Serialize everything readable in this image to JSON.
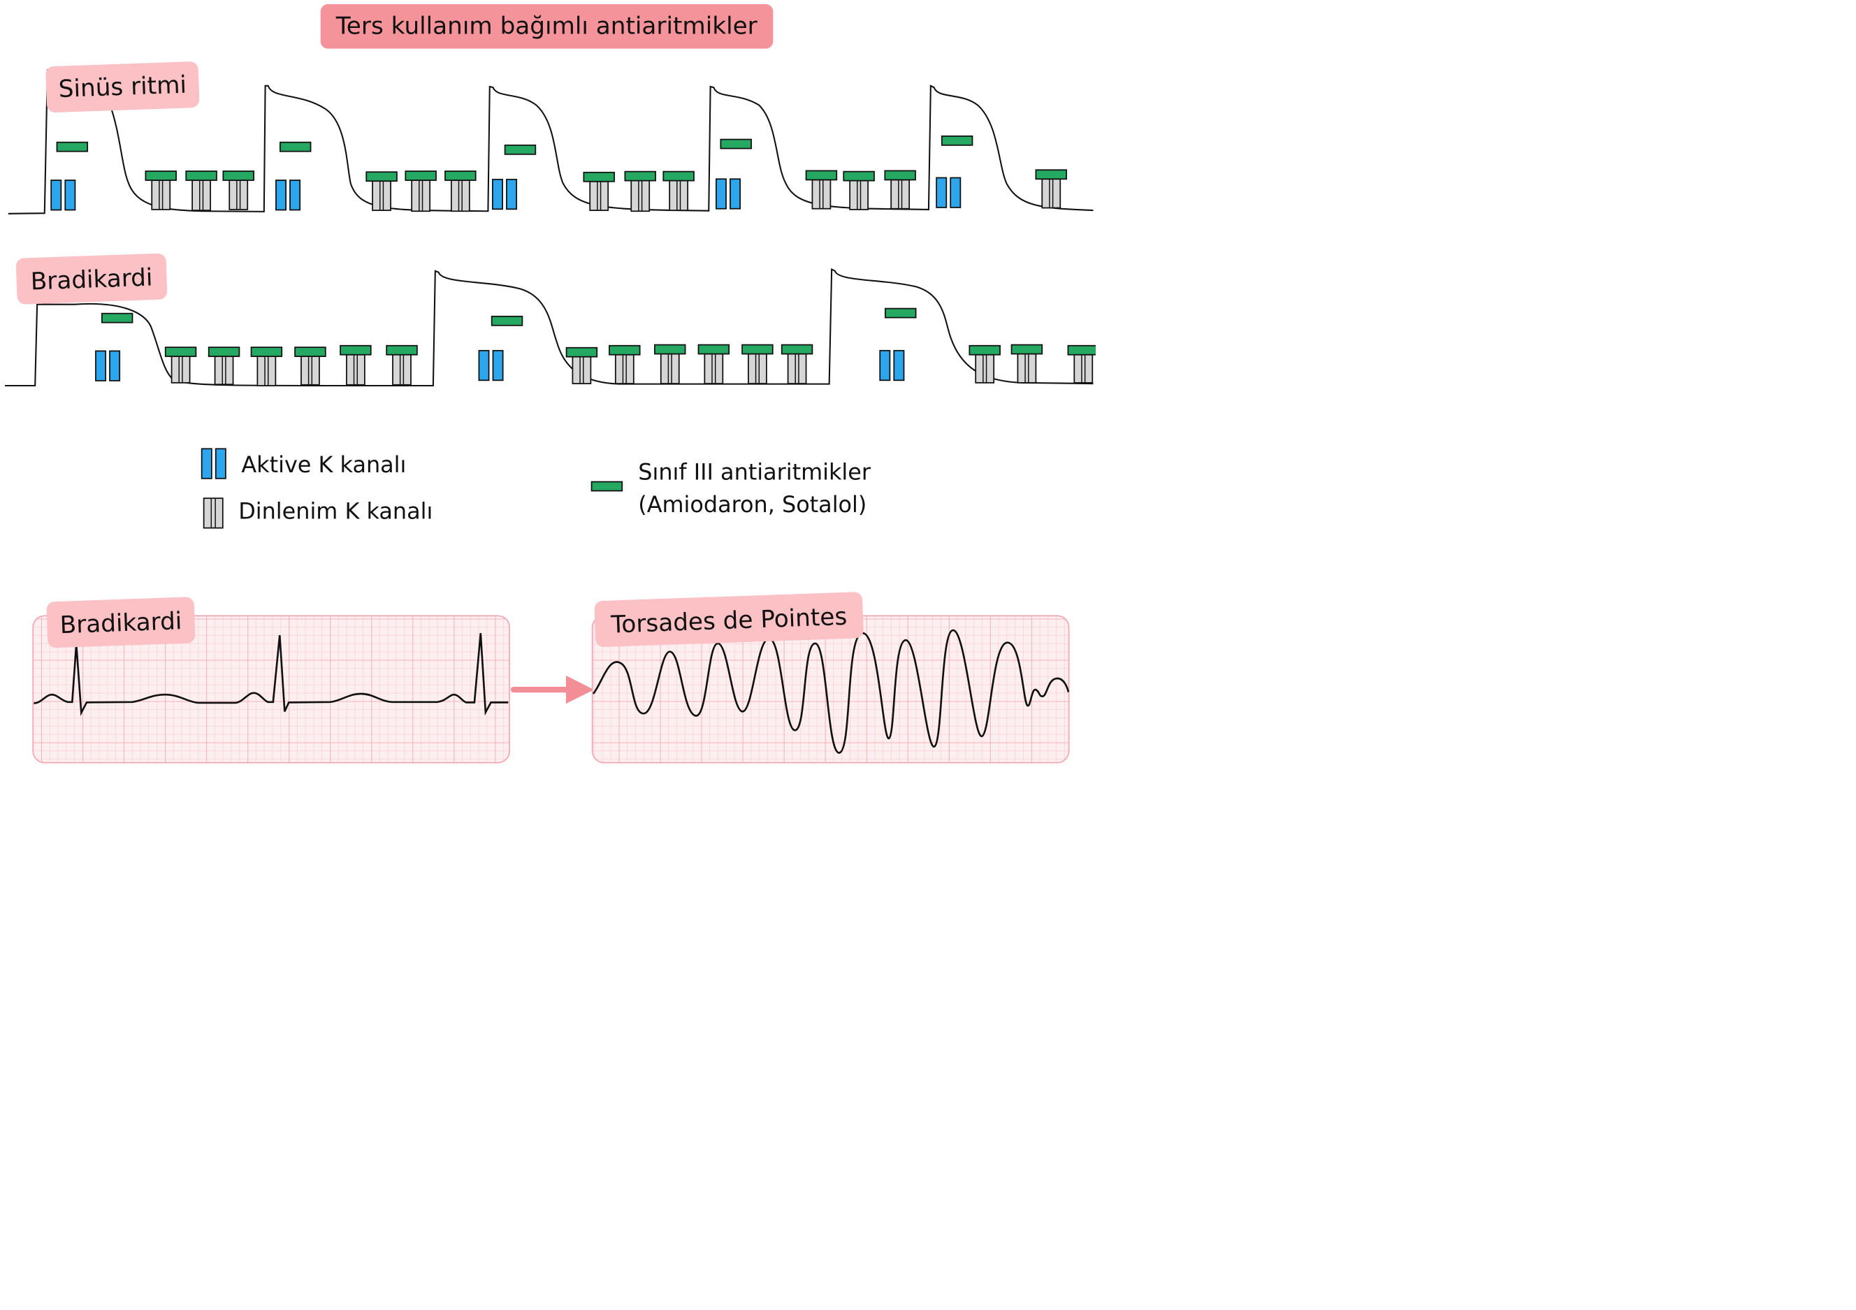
{
  "title": "Ters kullanım bağımlı antiaritmikler",
  "rows": [
    {
      "label": "Sinüs ritmi"
    },
    {
      "label": "Bradikardi"
    }
  ],
  "legend": {
    "active": "Aktive K kanalı",
    "resting": "Dinlenim K kanalı",
    "drug_line1": "Sınıf III antiaritmikler",
    "drug_line2": "(Amiodaron, Sotalol)"
  },
  "ecg": {
    "left_label": "Bradikardi",
    "right_label": "Torsades de Pointes"
  },
  "colors": {
    "title_bg": "#f4939a",
    "label_bg": "#fbc1c5",
    "active_channel": "#2ea6ee",
    "resting_channel": "#d6d6d6",
    "drug": "#25a861",
    "ecg_paper": "#fde9ec",
    "ecg_grid": "#f2a8b2",
    "arrow": "#f38d96"
  }
}
